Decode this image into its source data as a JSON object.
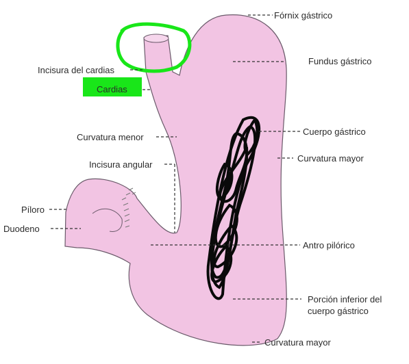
{
  "diagram": {
    "highlight_color": "#19e619",
    "stomach_color": "#f2c4e3",
    "labels": {
      "fornix": "Fórnix gástrico",
      "fundus": "Fundus gástrico",
      "incisura_cardias": "Incisura del cardias",
      "cardias": "Cardias",
      "cuerpo": "Cuerpo gástrico",
      "curvatura_menor": "Curvatura menor",
      "curvatura_mayor_1": "Curvatura mayor",
      "incisura_angular": "Incisura angular",
      "piloro": "Píloro",
      "duodeno": "Duodeno",
      "antro": "Antro pilórico",
      "porcion_inferior_1": "Porción inferior del",
      "porcion_inferior_2": "cuerpo gástrico",
      "curvatura_mayor_2": "Curvatura mayor"
    }
  }
}
